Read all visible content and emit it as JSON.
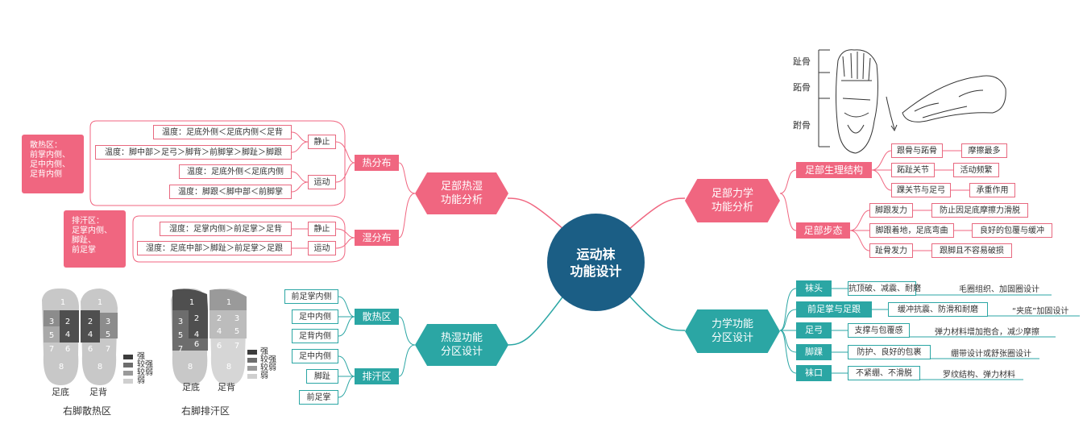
{
  "center": {
    "line1": "运动袜",
    "line2": "功能设计"
  },
  "colors": {
    "pink": "#f06680",
    "teal": "#2ba6a4",
    "center": "#1b5e85"
  },
  "thermal": {
    "title1": "足部热湿",
    "title2": "功能分析",
    "heat": {
      "label": "热分布",
      "note": [
        "散热区：",
        "前掌内侧、",
        "足中内侧、",
        "足背内侧"
      ],
      "static_label": "静止",
      "moving_label": "运动",
      "rows": [
        "温度：足底外侧＜足底内侧＜足背",
        "温度：脚中部＞足弓＞脚背＞前脚掌＞脚趾＞脚跟",
        "温度：足底外侧＜足底内侧",
        "温度：脚跟＜脚中部＜前脚掌"
      ]
    },
    "wet": {
      "label": "湿分布",
      "note": [
        "排汗区：",
        "足掌内侧、",
        "脚趾、",
        "前足掌"
      ],
      "static_label": "静止",
      "moving_label": "运动",
      "rows": [
        "湿度：足掌内侧＞前足掌＞足背",
        "湿度：足底中部＞脚趾＞前足掌＞足跟"
      ]
    }
  },
  "zoning": {
    "title1": "热湿功能",
    "title2": "分区设计",
    "dissipation": {
      "label": "散热区",
      "items": [
        "前足掌内侧",
        "足中内侧",
        "足背内侧"
      ]
    },
    "sweat": {
      "label": "排汗区",
      "items": [
        "足中内侧",
        "脚趾",
        "前足掌"
      ]
    }
  },
  "mechanics": {
    "title1": "足部力学",
    "title2": "功能分析",
    "structure": {
      "label": "足部生理结构",
      "items": [
        {
          "name": "跟骨与跖骨",
          "desc": "摩擦最多"
        },
        {
          "name": "跖趾关节",
          "desc": "活动频繁"
        },
        {
          "name": "踝关节与足弓",
          "desc": "承重作用"
        }
      ]
    },
    "gait": {
      "label": "足部步态",
      "items": [
        {
          "name": "脚跟发力",
          "desc": "防止因足底摩擦力滑脱"
        },
        {
          "name": "脚跟着地，足底弯曲",
          "desc": "良好的包覆与缓冲"
        },
        {
          "name": "趾骨发力",
          "desc": "跟脚且不容易破损"
        }
      ]
    },
    "bones": [
      "趾骨",
      "跖骨",
      "跗骨"
    ]
  },
  "mech_zoning": {
    "title1": "力学功能",
    "title2": "分区设计",
    "items": [
      {
        "part": "袜头",
        "function": "抗顶破、减震、耐磨",
        "design": "毛圈组织、加固圈设计"
      },
      {
        "part": "前足掌与足跟",
        "function": "缓冲抗震、防滑和耐磨",
        "design": "“夹底”加固设计"
      },
      {
        "part": "足弓",
        "function": "支撑与包覆感",
        "design": "弹力材料增加抱合，减少摩擦"
      },
      {
        "part": "脚踝",
        "function": "防护、良好的包裹",
        "design": "绷带设计或舒张圈设计"
      },
      {
        "part": "袜口",
        "function": "不紧绷、不滑脱",
        "design": "罗纹结构、弹力材料"
      }
    ]
  },
  "feet": {
    "left": {
      "sole": "足底",
      "back": "足背",
      "caption": "右脚散热区"
    },
    "right": {
      "sole": "足底",
      "back": "足背",
      "caption": "右脚排汗区"
    },
    "legend": [
      "强",
      "较强",
      "较弱",
      "弱"
    ],
    "zone_numbers": [
      "1",
      "2",
      "3",
      "4",
      "5",
      "6",
      "7",
      "8"
    ]
  }
}
